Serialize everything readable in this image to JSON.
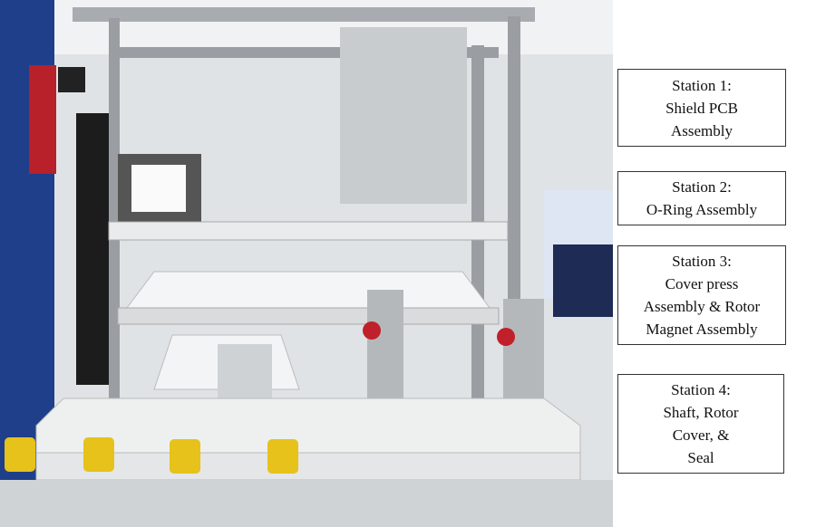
{
  "stations": [
    {
      "lines": [
        "Station 1:",
        "Shield PCB",
        "Assembly"
      ]
    },
    {
      "lines": [
        "Station 2:",
        "O-Ring Assembly"
      ]
    },
    {
      "lines": [
        "Station 3:",
        "Cover press",
        "Assembly & Rotor",
        "Magnet Assembly"
      ]
    },
    {
      "lines": [
        "Station 4:",
        "Shaft, Rotor",
        "Cover, &",
        "Seal"
      ]
    }
  ],
  "colors": {
    "frame": "#9a9ea3",
    "pedal": "#e6c21a",
    "wall": "#1f3f8a",
    "table": "#eef0f0"
  }
}
